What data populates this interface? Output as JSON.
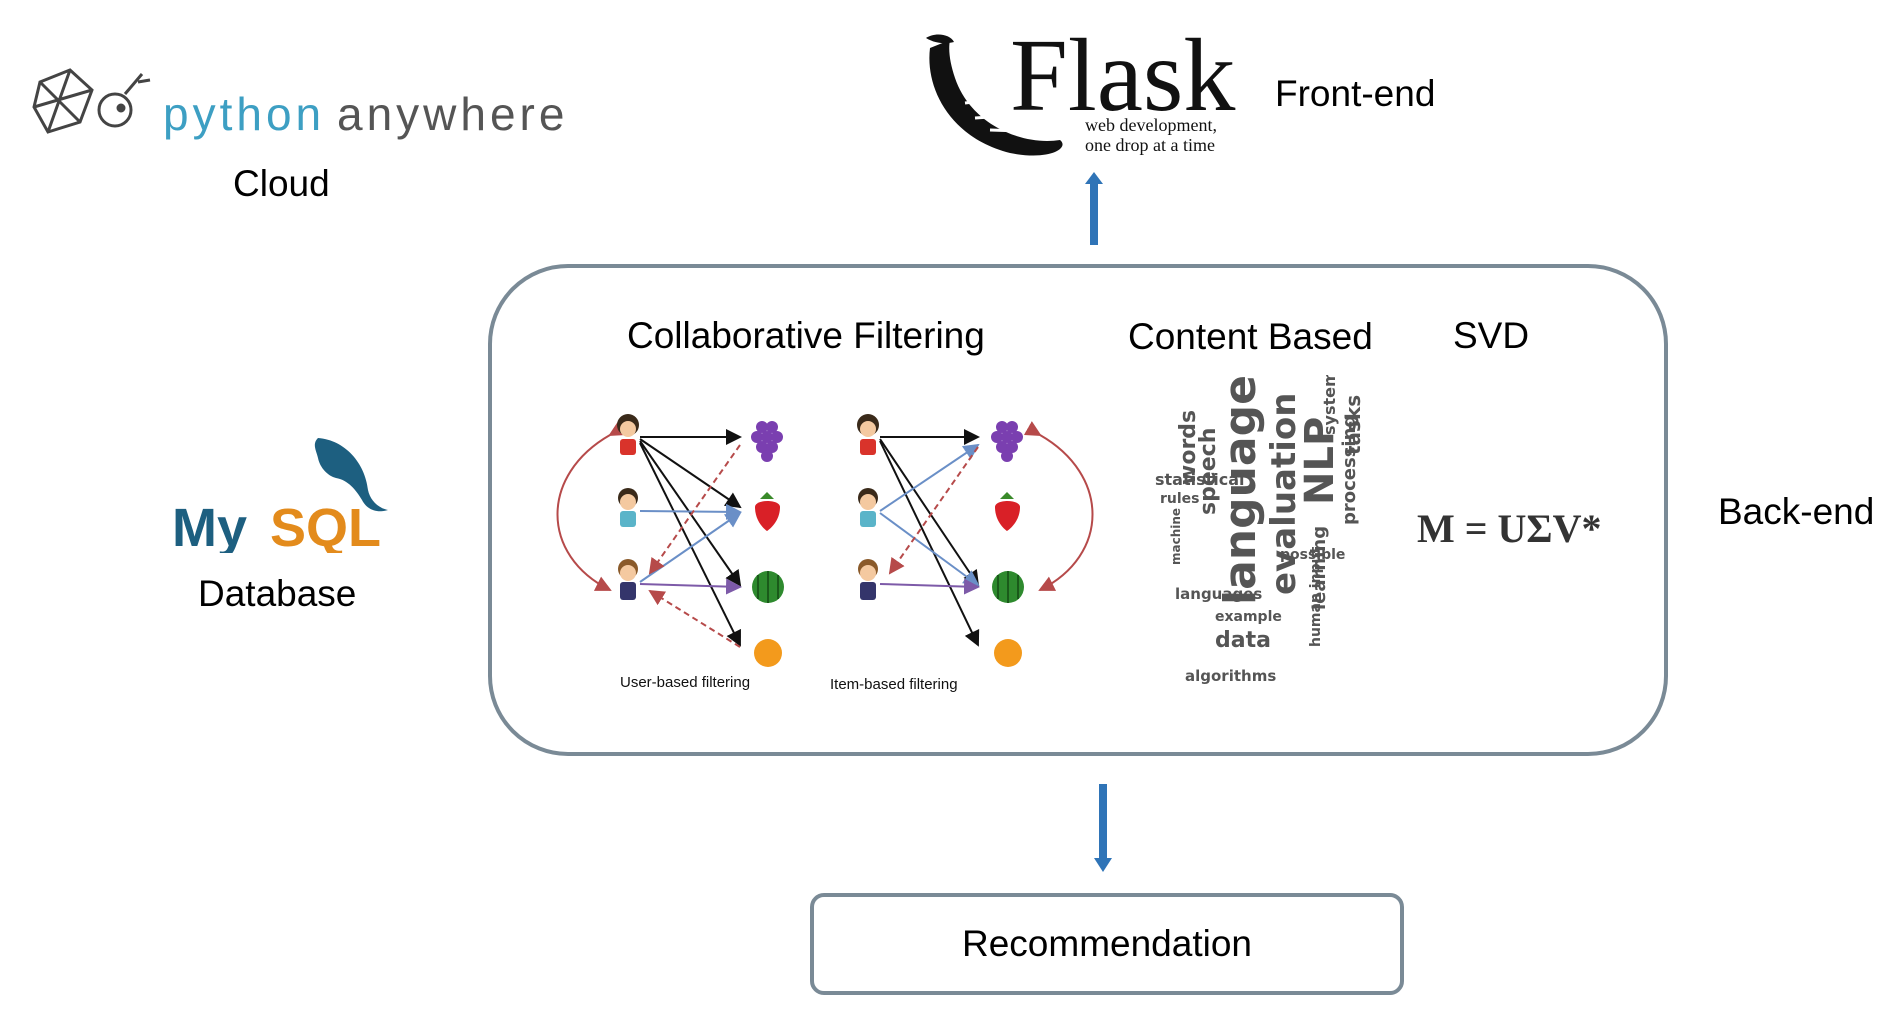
{
  "pythonanywhere": {
    "logo_text_python": "python",
    "logo_text_anywhere": "anywhere",
    "label": "Cloud"
  },
  "flask": {
    "title": "Flask",
    "subtitle_line1": "web development,",
    "subtitle_line2": "one drop at a time",
    "label": "Front-end"
  },
  "mysql": {
    "logo_my": "My",
    "logo_sql": "SQL",
    "label": "Database"
  },
  "backend": {
    "label": "Back-end",
    "collaborative_title": "Collaborative Filtering",
    "content_title": "Content Based",
    "svd_title": "SVD",
    "user_caption": "User-based filtering",
    "item_caption": "Item-based filtering",
    "svd_equation": "M = UΣV*"
  },
  "recommendation": {
    "label": "Recommendation"
  },
  "colors": {
    "box_border": "#7a8a96",
    "arrow": "#2f74b7",
    "pa_blue": "#3d9fc3",
    "mysql_blue": "#1d5f80",
    "mysql_orange": "#e38b1c"
  },
  "icons": [
    "pythonanywhere-logo",
    "flask-horn-logo",
    "mysql-dolphin-logo",
    "girl-user-icon",
    "boy-user-icon",
    "grapes-icon",
    "strawberry-icon",
    "watermelon-icon",
    "orange-icon",
    "word-cloud"
  ]
}
